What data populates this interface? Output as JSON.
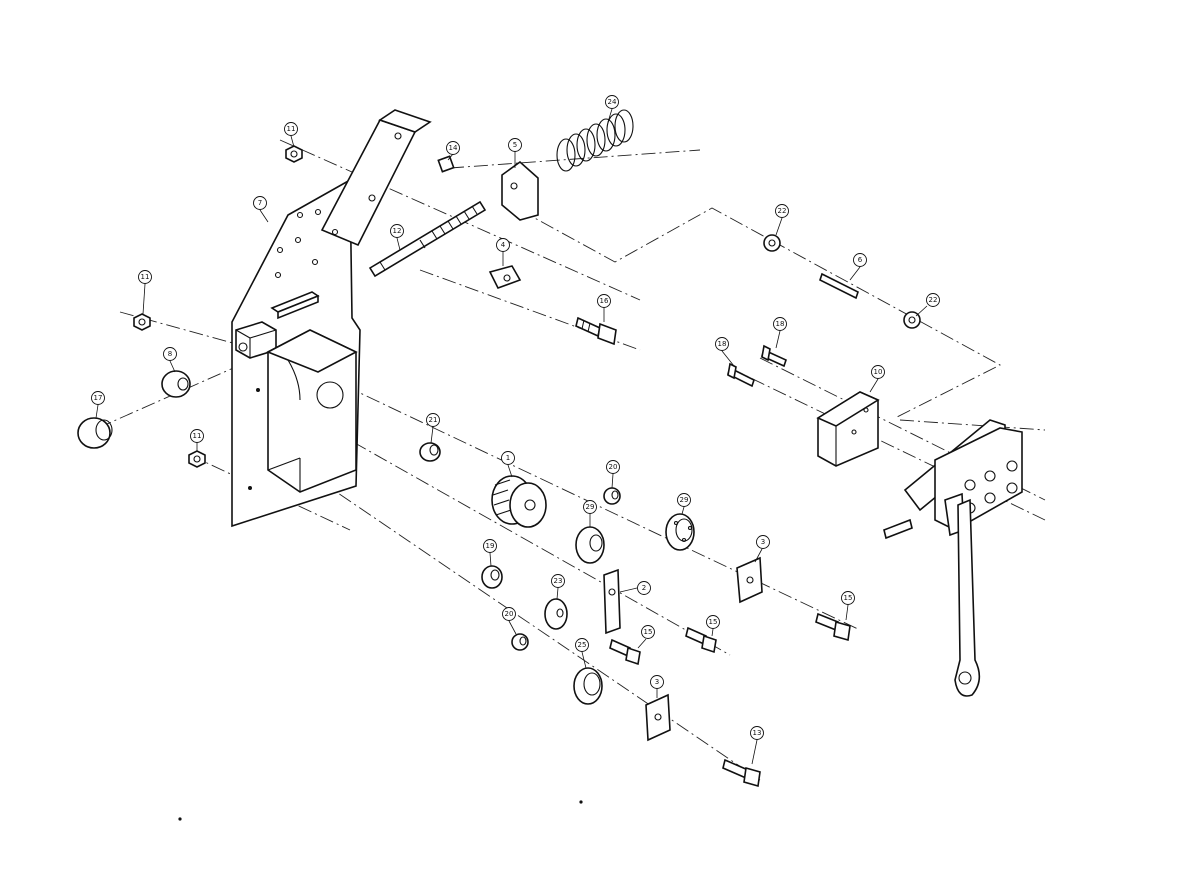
{
  "callouts": [
    {
      "id": "c11a",
      "label": "11"
    },
    {
      "id": "c14",
      "label": "14"
    },
    {
      "id": "c5",
      "label": "5"
    },
    {
      "id": "c24",
      "label": "24"
    },
    {
      "id": "c7",
      "label": "7"
    },
    {
      "id": "c12",
      "label": "12"
    },
    {
      "id": "c4",
      "label": "4"
    },
    {
      "id": "c22a",
      "label": "22"
    },
    {
      "id": "c6",
      "label": "6"
    },
    {
      "id": "c11b",
      "label": "11"
    },
    {
      "id": "c16",
      "label": "16"
    },
    {
      "id": "c22b",
      "label": "22"
    },
    {
      "id": "c18a",
      "label": "18"
    },
    {
      "id": "c18b",
      "label": "18"
    },
    {
      "id": "c8",
      "label": "8"
    },
    {
      "id": "c10",
      "label": "10"
    },
    {
      "id": "c17",
      "label": "17"
    },
    {
      "id": "c21",
      "label": "21"
    },
    {
      "id": "c11c",
      "label": "11"
    },
    {
      "id": "c1",
      "label": "1"
    },
    {
      "id": "c20a",
      "label": "20"
    },
    {
      "id": "c29a",
      "label": "29"
    },
    {
      "id": "c29b",
      "label": "29"
    },
    {
      "id": "c3a",
      "label": "3"
    },
    {
      "id": "c19",
      "label": "19"
    },
    {
      "id": "c23",
      "label": "23"
    },
    {
      "id": "c2",
      "label": "2"
    },
    {
      "id": "c15a",
      "label": "15"
    },
    {
      "id": "c15b",
      "label": "15"
    },
    {
      "id": "c15c",
      "label": "15"
    },
    {
      "id": "c20b",
      "label": "20"
    },
    {
      "id": "c25",
      "label": "25"
    },
    {
      "id": "c3b",
      "label": "3"
    },
    {
      "id": "c13",
      "label": "13"
    }
  ]
}
